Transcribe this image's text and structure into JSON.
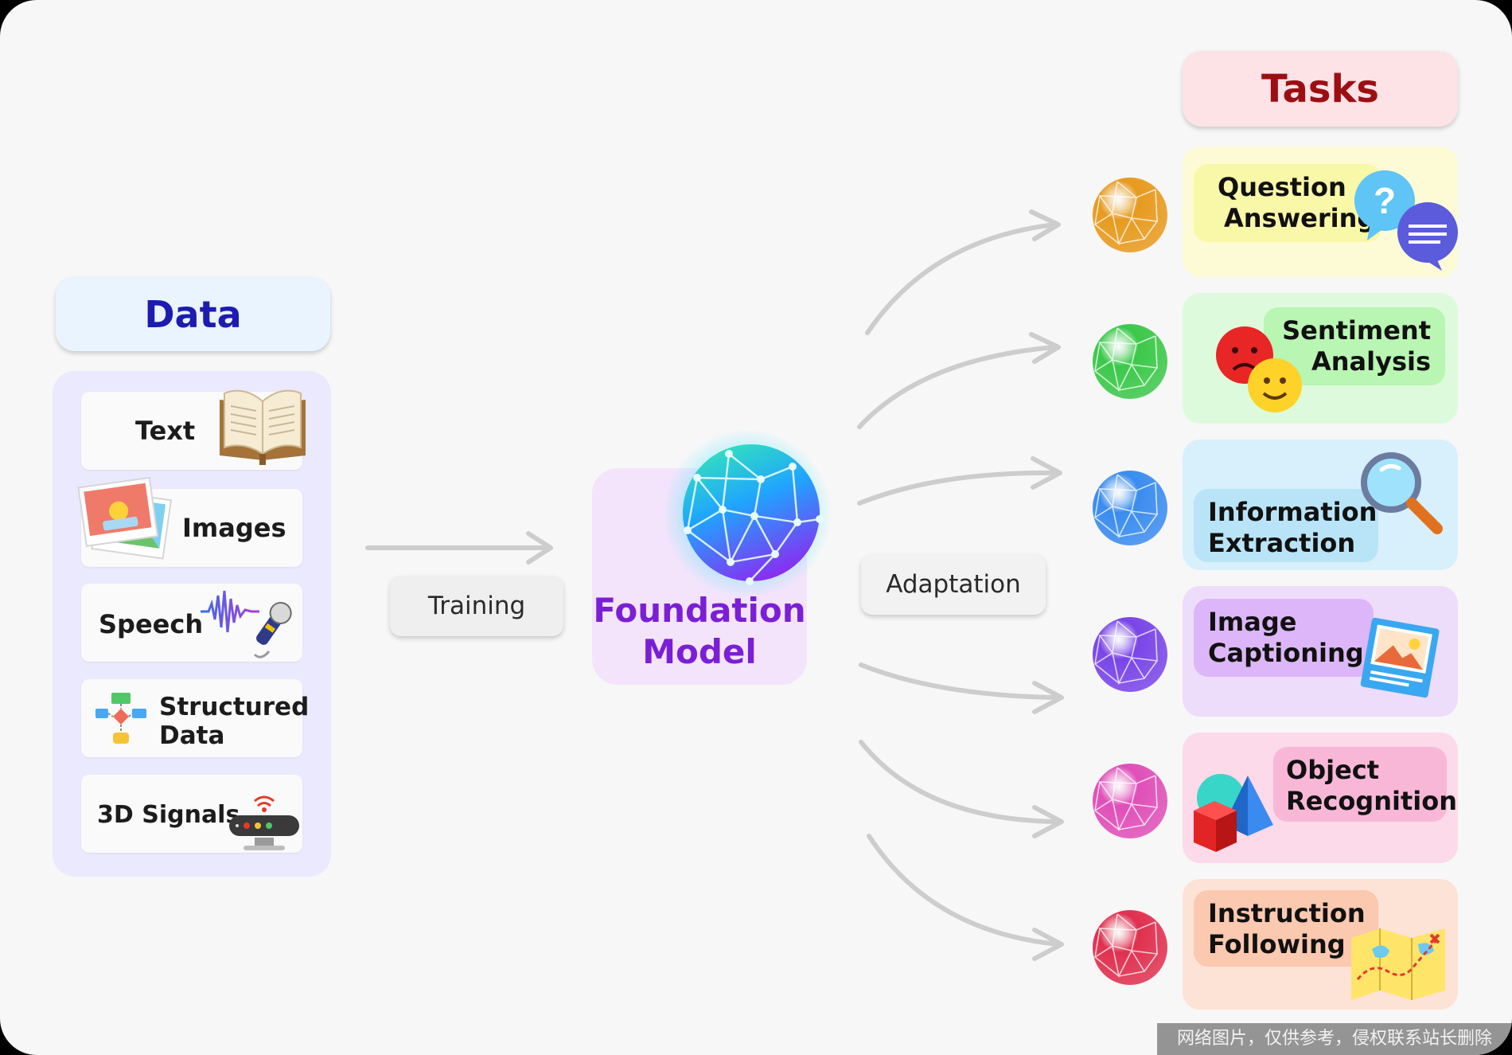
{
  "data_section": {
    "header": "Data",
    "items": [
      {
        "label": "Text",
        "icon": "open-book-icon"
      },
      {
        "label": "Images",
        "icon": "photo-stack-icon"
      },
      {
        "label": "Speech",
        "icon": "microphone-waveform-icon"
      },
      {
        "label": "Structured Data",
        "line1": "Structured",
        "line2": "Data",
        "icon": "flowchart-icon"
      },
      {
        "label": "3D Signals",
        "icon": "sensor-device-icon"
      }
    ]
  },
  "training_label": "Training",
  "foundation": {
    "line1": "Foundation",
    "line2": "Model"
  },
  "adaptation_label": "Adaptation",
  "tasks_section": {
    "header": "Tasks",
    "items": [
      {
        "line1": "Question",
        "line2": "Answering",
        "icon": "question-chat-bubbles-icon",
        "card_color": "#fdfbd5",
        "label_color": "#f9f7a8",
        "orb_color": "#e89a1e"
      },
      {
        "line1": "Sentiment",
        "line2": "Analysis",
        "icon": "emoji-faces-icon",
        "card_color": "#ddfbdc",
        "label_color": "#b9f5b3",
        "orb_color": "#3cc84a"
      },
      {
        "line1": "Information",
        "line2": "Extraction",
        "icon": "magnifier-icon",
        "card_color": "#d8f0fb",
        "label_color": "#b9e4f7",
        "orb_color": "#3a8cf0"
      },
      {
        "line1": "Image",
        "line2": "Captioning",
        "icon": "picture-frame-icon",
        "card_color": "#eedcfb",
        "label_color": "#ddb6f9",
        "orb_color": "#7a45e8"
      },
      {
        "line1": "Object",
        "line2": "Recognition",
        "icon": "3d-shapes-icon",
        "card_color": "#fcdaea",
        "label_color": "#f9b7d8",
        "orb_color": "#e04fb8"
      },
      {
        "line1": "Instruction",
        "line2": "Following",
        "icon": "treasure-map-icon",
        "card_color": "#fde2d6",
        "label_color": "#fbc8b0",
        "orb_color": "#e0304f"
      }
    ]
  },
  "colors": {
    "data_header_text": "#1c1cb0",
    "data_header_bg": "#eaf4fe",
    "data_panel_bg": "#ebe9fd",
    "foundation_text": "#7b1fd6",
    "foundation_bg": "#f3e4fb",
    "tasks_header_text": "#9b0f12",
    "tasks_header_bg": "#fde2e6",
    "arrow": "#cfcfcf",
    "pill_bg": "#efefef"
  },
  "watermark": "网络图片，仅供参考，侵权联系站长删除"
}
